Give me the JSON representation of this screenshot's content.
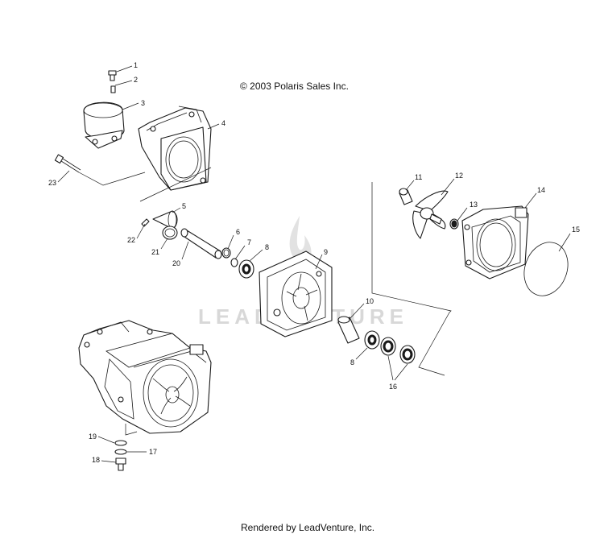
{
  "copyright": "© 2003 Polaris Sales Inc.",
  "watermark": "LEADVENTURE",
  "footer": "Rendered by LeadVenture, Inc.",
  "callouts": [
    {
      "id": "c1",
      "label": "1"
    },
    {
      "id": "c2",
      "label": "2"
    },
    {
      "id": "c3",
      "label": "3"
    },
    {
      "id": "c4",
      "label": "4"
    },
    {
      "id": "c5",
      "label": "5"
    },
    {
      "id": "c6",
      "label": "6"
    },
    {
      "id": "c7",
      "label": "7"
    },
    {
      "id": "c8a",
      "label": "8"
    },
    {
      "id": "c8b",
      "label": "8"
    },
    {
      "id": "c9",
      "label": "9"
    },
    {
      "id": "c10",
      "label": "10"
    },
    {
      "id": "c11",
      "label": "11"
    },
    {
      "id": "c12",
      "label": "12"
    },
    {
      "id": "c13",
      "label": "13"
    },
    {
      "id": "c14",
      "label": "14"
    },
    {
      "id": "c15",
      "label": "15"
    },
    {
      "id": "c16",
      "label": "16"
    },
    {
      "id": "c17",
      "label": "17"
    },
    {
      "id": "c18",
      "label": "18"
    },
    {
      "id": "c19",
      "label": "19"
    },
    {
      "id": "c20",
      "label": "20"
    },
    {
      "id": "c21",
      "label": "21"
    },
    {
      "id": "c22",
      "label": "22"
    },
    {
      "id": "c23",
      "label": "23"
    }
  ]
}
